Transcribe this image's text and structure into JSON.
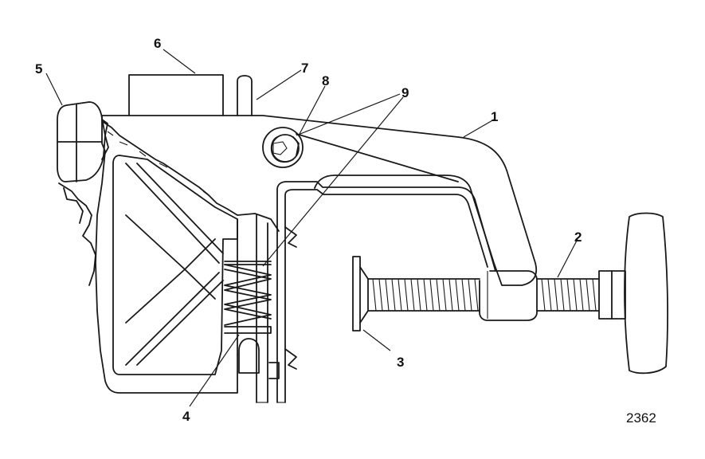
{
  "callouts": {
    "c1": "1",
    "c2": "2",
    "c3": "3",
    "c4": "4",
    "c5": "5",
    "c6": "6",
    "c7": "7",
    "c8": "8",
    "c9": "9"
  },
  "figure_number": "2362",
  "colors": {
    "line": "#1a1a1a",
    "background": "#ffffff"
  }
}
